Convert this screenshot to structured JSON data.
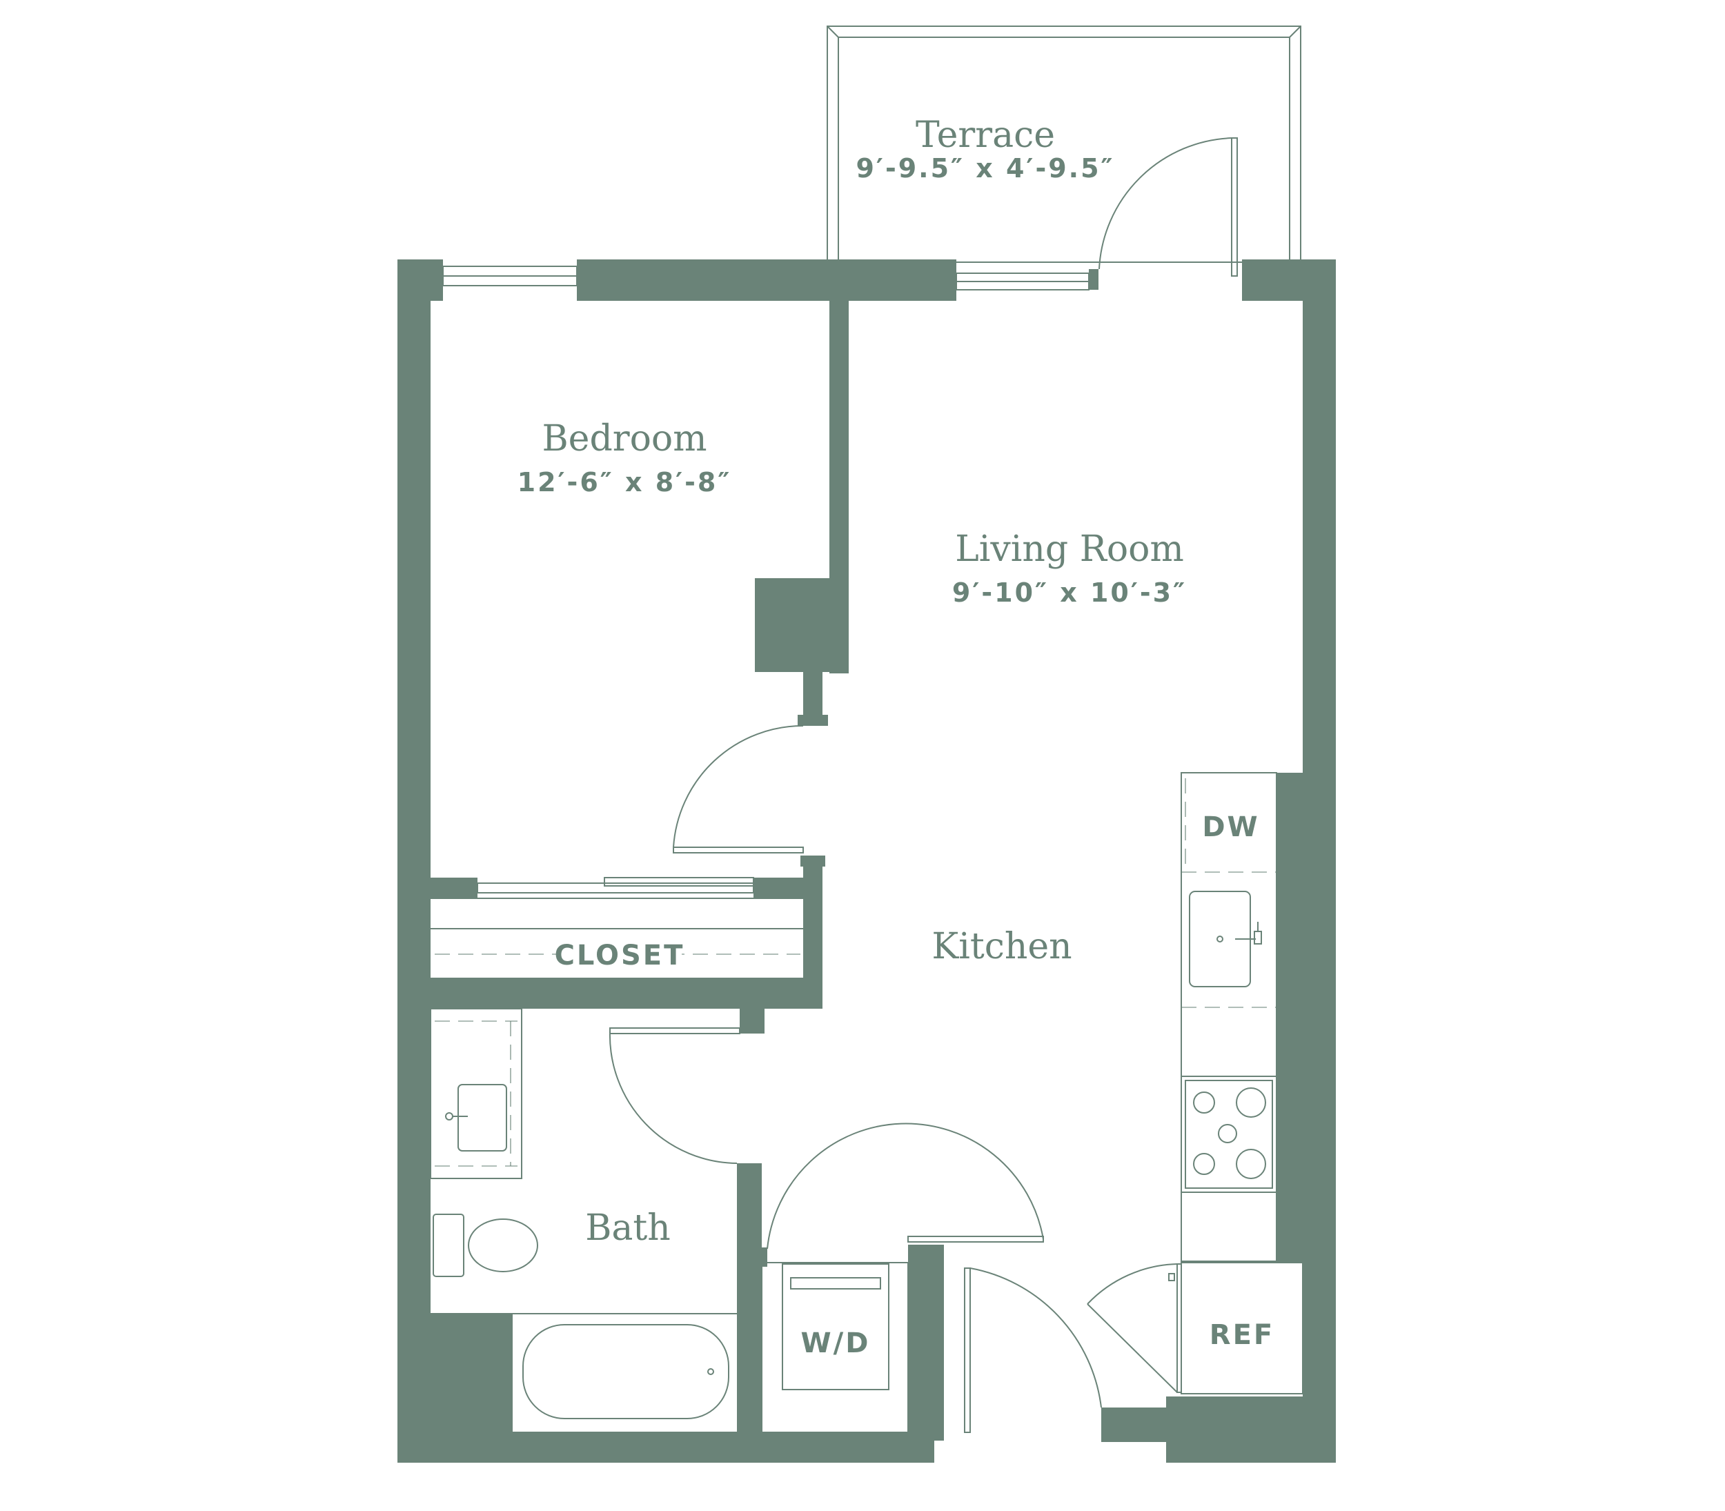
{
  "colors": {
    "wall": "#6a8378",
    "floor": "#ffffff"
  },
  "rooms": {
    "terrace": {
      "name": "Terrace",
      "dims": "9′-9.5″ x 4′-9.5″"
    },
    "bedroom": {
      "name": "Bedroom",
      "dims": "12′-6″ x 8′-8″"
    },
    "living": {
      "name": "Living Room",
      "dims": "9′-10″ x 10′-3″"
    },
    "kitchen": {
      "name": "Kitchen"
    },
    "bath": {
      "name": "Bath"
    },
    "closet": {
      "name": "CLOSET"
    }
  },
  "appliances": {
    "dishwasher": "DW",
    "washer_dryer": "W/D",
    "refrigerator": "REF"
  }
}
